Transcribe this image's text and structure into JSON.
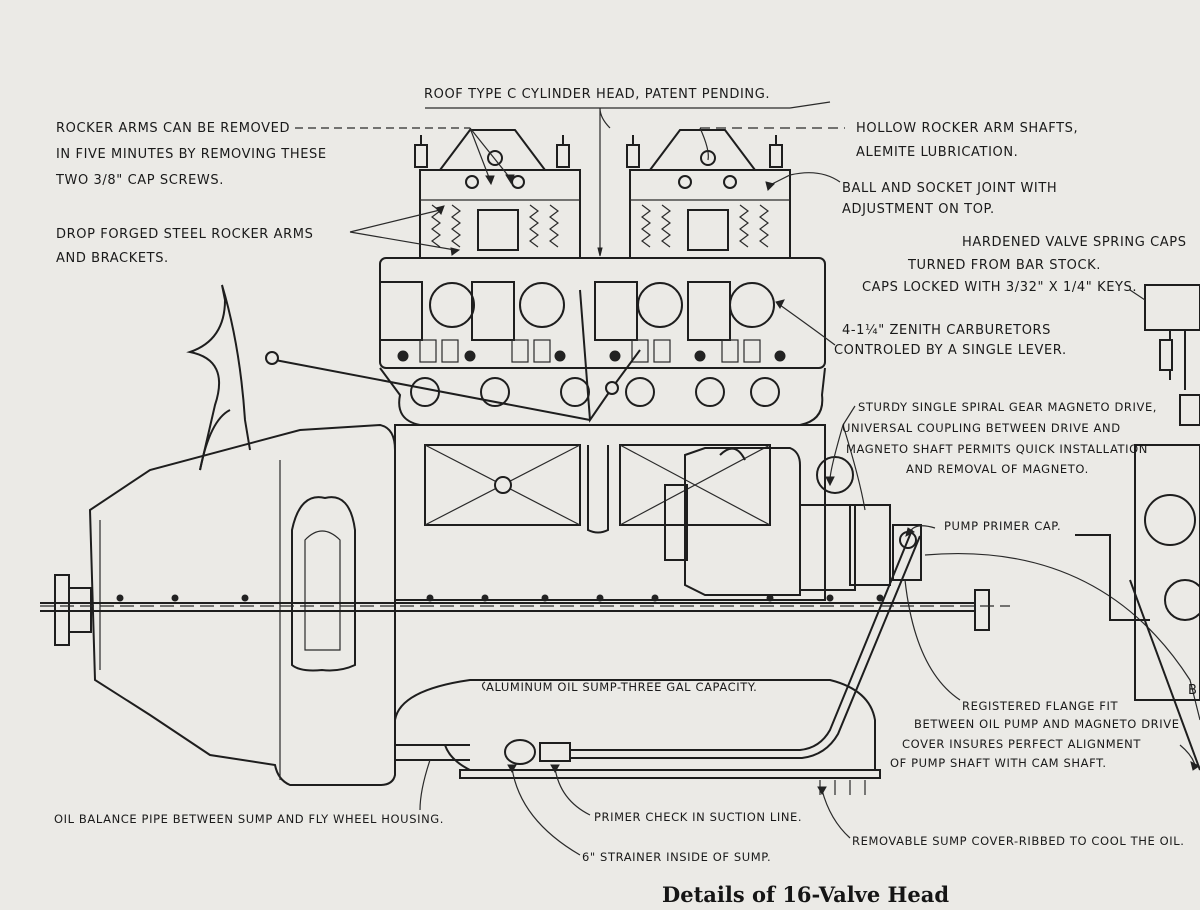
{
  "labels": {
    "title_top": "ROOF TYPE C CYLINDER HEAD, PATENT PENDING.",
    "rocker_removed_1": "ROCKER ARMS CAN BE REMOVED",
    "rocker_removed_2": "IN FIVE MINUTES BY REMOVING THESE",
    "rocker_removed_3": "TWO 3/8\" CAP SCREWS.",
    "drop_forged_1": "DROP FORGED STEEL ROCKER ARMS",
    "drop_forged_2": "AND BRACKETS.",
    "hollow_1": "HOLLOW ROCKER ARM SHAFTS,",
    "hollow_2": "ALEMITE LUBRICATION.",
    "ball_socket_1": "BALL AND SOCKET JOINT WITH",
    "ball_socket_2": "ADJUSTMENT ON TOP.",
    "hardened_1": "HARDENED VALVE SPRING CAPS",
    "hardened_2": "TURNED FROM BAR STOCK.",
    "hardened_3": "CAPS LOCKED WITH 3/32\" X 1/4\" KEYS.",
    "zenith_1": "4-1¼\" ZENITH CARBURETORS",
    "zenith_2": "CONTROLED BY A SINGLE LEVER.",
    "magneto_1": "STURDY SINGLE SPIRAL GEAR MAGNETO DRIVE,",
    "magneto_2": "UNIVERSAL COUPLING BETWEEN DRIVE AND",
    "magneto_3": "MAGNETO SHAFT PERMITS QUICK INSTALLATION",
    "magneto_4": "AND REMOVAL OF MAGNETO.",
    "pump_primer": "PUMP PRIMER CAP.",
    "sump": "ALUMINUM OIL SUMP-THREE GAL CAPACITY.",
    "flange_1": "REGISTERED FLANGE FIT",
    "flange_2": "BETWEEN OIL PUMP AND MAGNETO DRIVE",
    "flange_3": "COVER INSURES PERFECT ALIGNMENT",
    "flange_4": "OF PUMP SHAFT WITH CAM SHAFT.",
    "oil_balance": "OIL BALANCE PIPE BETWEEN SUMP AND FLY WHEEL HOUSING.",
    "primer_check": "PRIMER CHECK IN SUCTION LINE.",
    "removable_cover": "REMOVABLE SUMP COVER-RIBBED TO COOL THE OIL.",
    "strainer": "6\" STRAINER INSIDE OF SUMP.",
    "edge_b": "B"
  },
  "caption": "Details of 16-Valve Head",
  "colors": {
    "paper": "#ebeae6",
    "ink": "#1e1e1e"
  }
}
